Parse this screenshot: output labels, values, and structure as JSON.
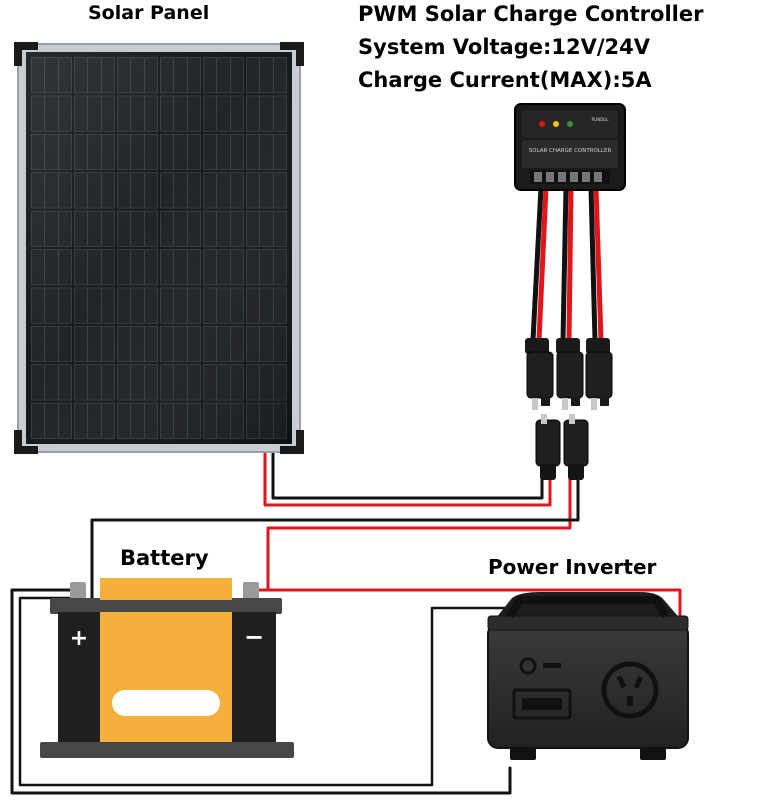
{
  "labels": {
    "solar_panel": "Solar Panel",
    "controller_title": "PWM Solar Charge Controller",
    "system_voltage": "System Voltage:12V/24V",
    "charge_current": "Charge Current(MAX):5A",
    "battery": "Battery",
    "power_inverter": "Power Inverter"
  },
  "controller_face": {
    "heading": "SOLAR CHARGE CONTROLLER",
    "brand": "RUNDUL"
  },
  "battery_terminals": {
    "positive": "+",
    "negative": "−"
  },
  "colors": {
    "wire_red": "#e0141b",
    "wire_black": "#111111",
    "battery_orange": "#f6ae3c",
    "battery_case": "#1f1f1f",
    "inverter_body": "#2a2a2a",
    "panel_cell": "#1c1f24",
    "panel_frame": "#c9ccd1"
  }
}
